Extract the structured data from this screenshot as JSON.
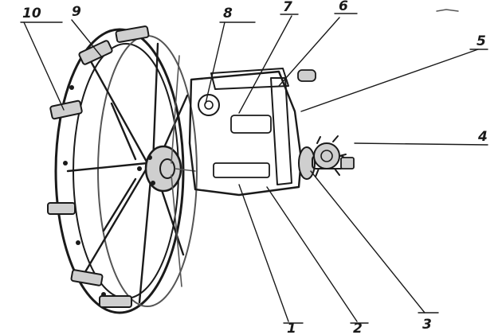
{
  "callouts": [
    {
      "id": "c10",
      "label": "10"
    },
    {
      "id": "c9",
      "label": "9"
    },
    {
      "id": "c8",
      "label": "8"
    },
    {
      "id": "c7",
      "label": "7"
    },
    {
      "id": "c6",
      "label": "6"
    },
    {
      "id": "c5",
      "label": "5"
    },
    {
      "id": "c4",
      "label": "4"
    },
    {
      "id": "c3",
      "label": "3"
    },
    {
      "id": "c2",
      "label": "2"
    },
    {
      "id": "c1",
      "label": "1"
    }
  ],
  "colors": {
    "ink": "#1a1a1a",
    "background": "#ffffff"
  }
}
